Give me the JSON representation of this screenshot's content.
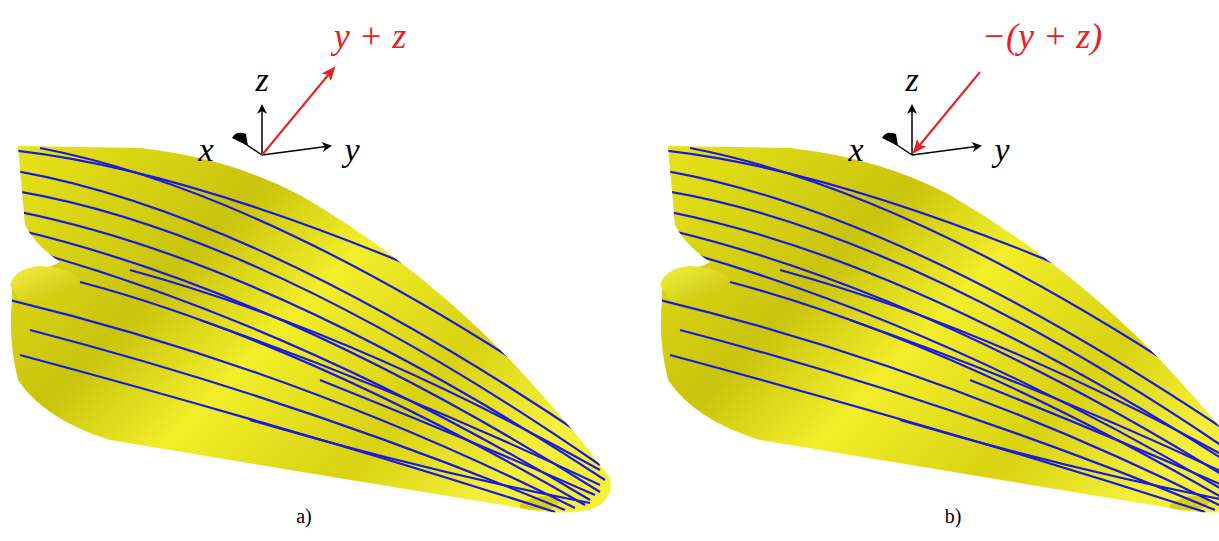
{
  "diagram": {
    "labels": [
      "z",
      "y + z",
      "x",
      "y",
      "a)",
      "z",
      "−(y + z)",
      "x",
      "y",
      "b)"
    ]
  }
}
